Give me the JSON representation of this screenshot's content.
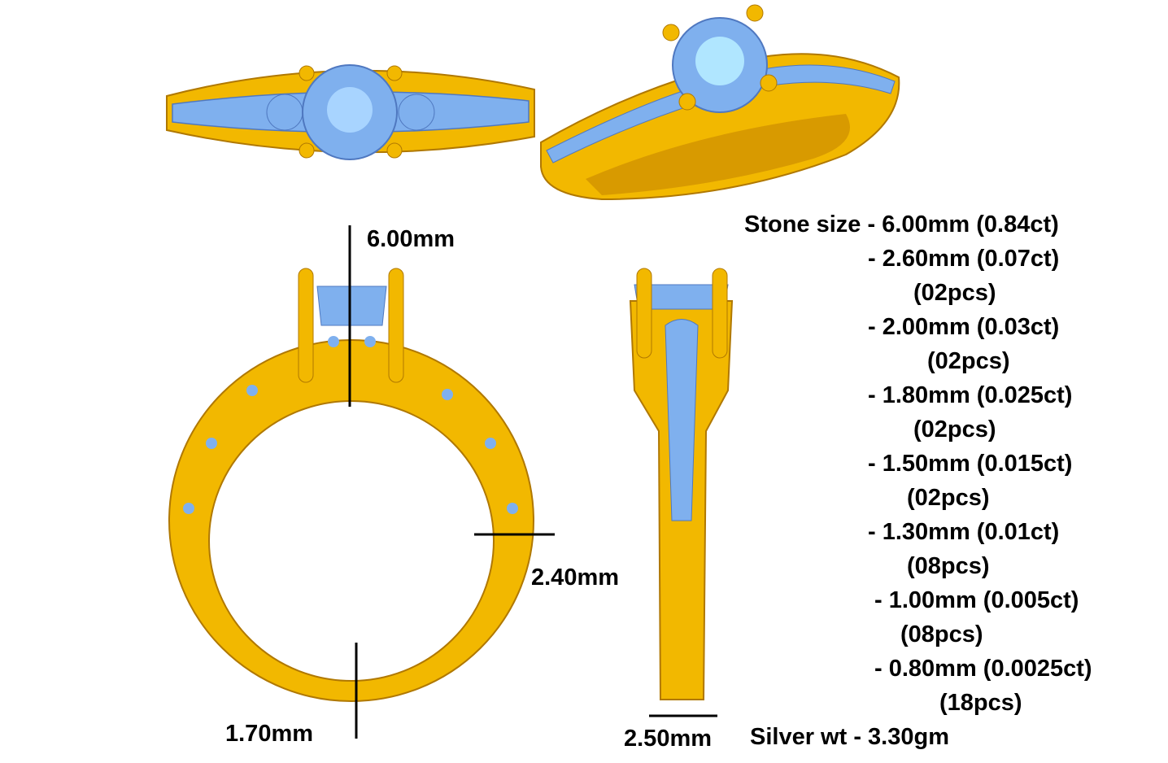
{
  "colors": {
    "gold": "#f2b800",
    "gold_dark": "#b07800",
    "stone": "#7fb0ee",
    "stone_dark": "#4f78c0",
    "line": "#000000"
  },
  "dimensions": {
    "stone_height": "6.00mm",
    "band_width": "2.40mm",
    "band_thickness": "1.70mm",
    "shank_width": "2.50mm"
  },
  "specs": {
    "lines": [
      "Stone size - 6.00mm (0.84ct)",
      "- 2.60mm (0.07ct)",
      "(02pcs)",
      "- 2.00mm (0.03ct)",
      "(02pcs)",
      "- 1.80mm (0.025ct)",
      "(02pcs)",
      "- 1.50mm (0.015ct)",
      "(02pcs)",
      "- 1.30mm (0.01ct)",
      "(08pcs)",
      "- 1.00mm (0.005ct)",
      "(08pcs)",
      "- 0.80mm (0.0025ct)",
      "(18pcs)"
    ],
    "silver_weight": "Silver wt - 3.30gm"
  }
}
